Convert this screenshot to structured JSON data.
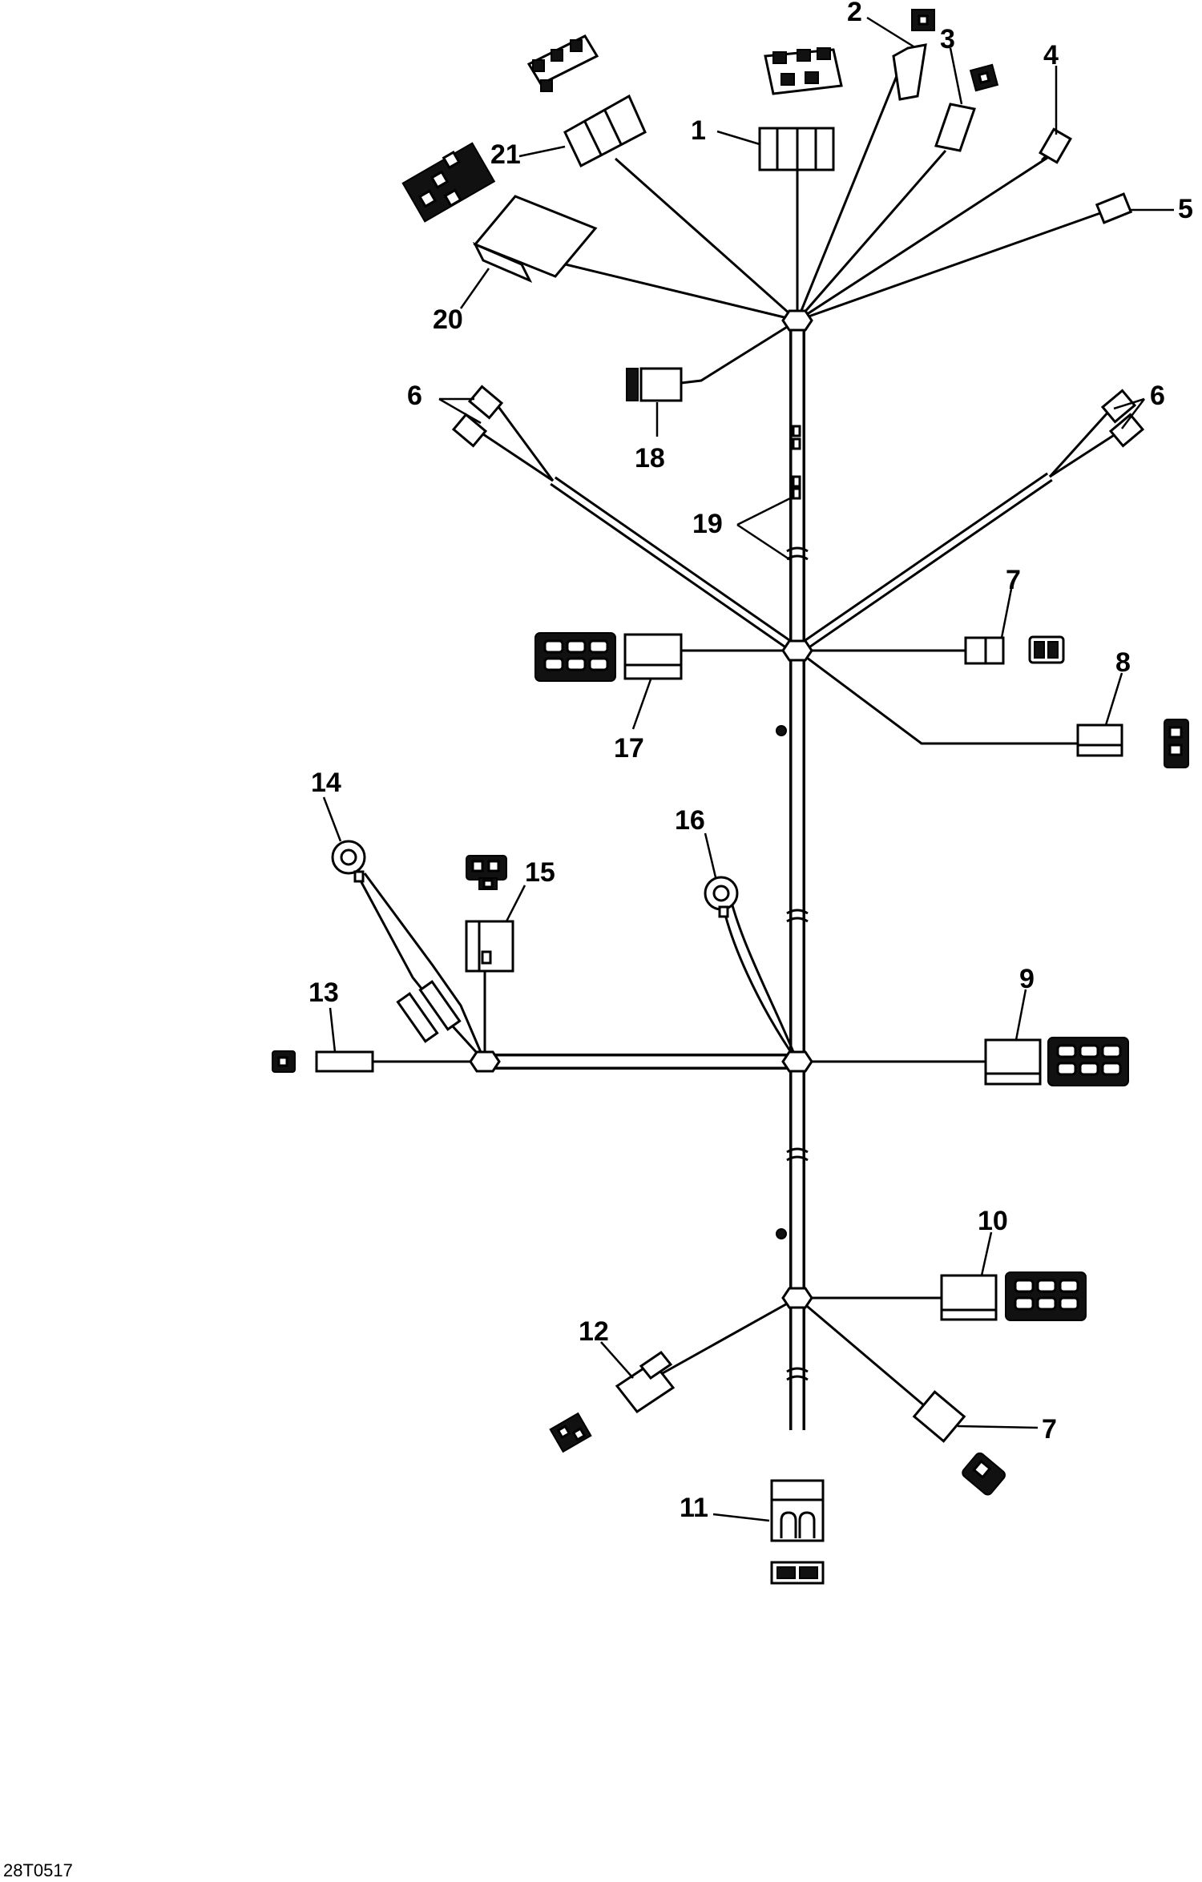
{
  "figure_code": "28T0517",
  "callouts": [
    {
      "key": "c1",
      "label": "1"
    },
    {
      "key": "c2",
      "label": "2"
    },
    {
      "key": "c3",
      "label": "3"
    },
    {
      "key": "c4",
      "label": "4"
    },
    {
      "key": "c5",
      "label": "5"
    },
    {
      "key": "c6a",
      "label": "6"
    },
    {
      "key": "c6b",
      "label": "6"
    },
    {
      "key": "c7a",
      "label": "7"
    },
    {
      "key": "c7b",
      "label": "7"
    },
    {
      "key": "c8",
      "label": "8"
    },
    {
      "key": "c9",
      "label": "9"
    },
    {
      "key": "c10",
      "label": "10"
    },
    {
      "key": "c11",
      "label": "11"
    },
    {
      "key": "c12",
      "label": "12"
    },
    {
      "key": "c13",
      "label": "13"
    },
    {
      "key": "c14",
      "label": "14"
    },
    {
      "key": "c15",
      "label": "15"
    },
    {
      "key": "c16",
      "label": "16"
    },
    {
      "key": "c17",
      "label": "17"
    },
    {
      "key": "c18",
      "label": "18"
    },
    {
      "key": "c19",
      "label": "19"
    },
    {
      "key": "c20",
      "label": "20"
    },
    {
      "key": "c21",
      "label": "21"
    }
  ]
}
